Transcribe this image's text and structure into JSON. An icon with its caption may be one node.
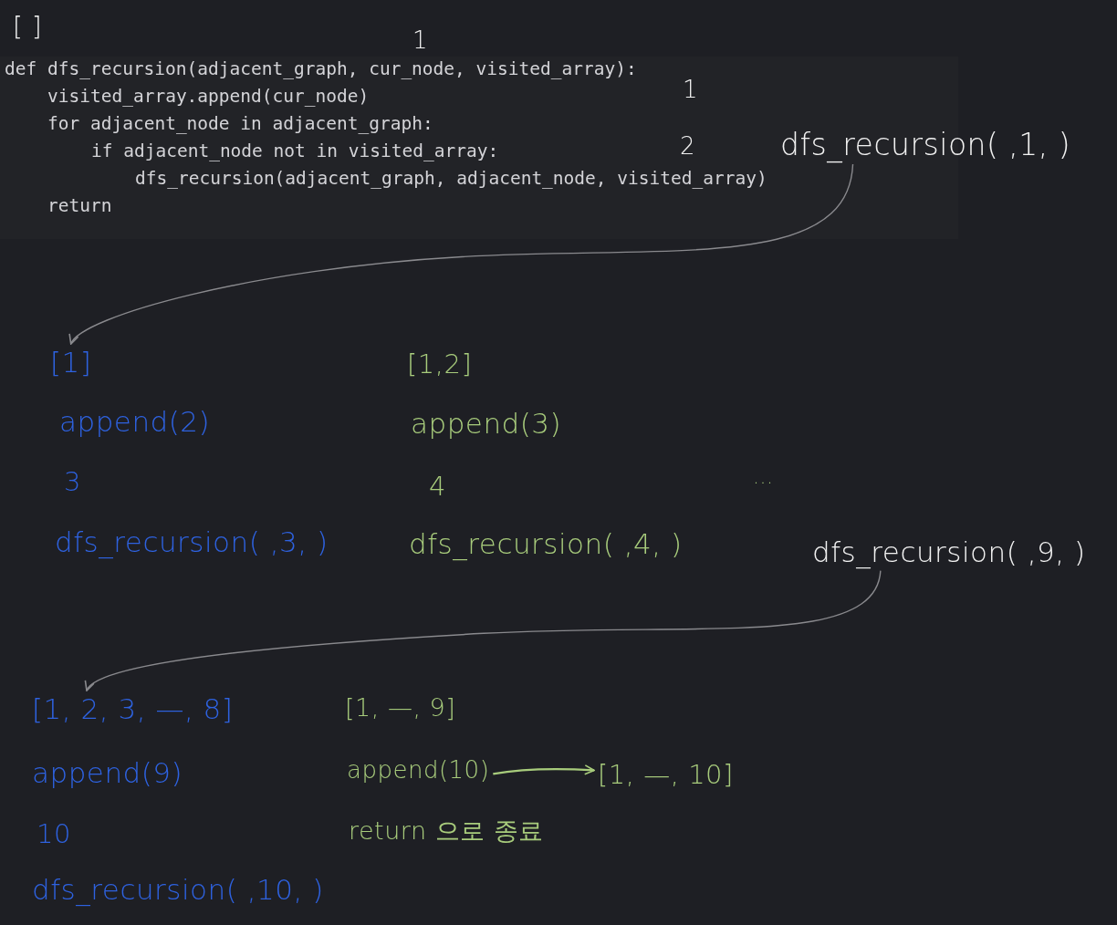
{
  "diagram": {
    "nodes": [
      {
        "text": [
          "dfs_recursion( ,1, )"
        ]
      },
      {
        "text": [
          "[1]"
        ]
      },
      {
        "text": [
          "dfs_recursion( ,9, )"
        ]
      },
      {
        "text": [
          "[1, 2, 3, —, 8]"
        ]
      },
      {
        "text": [
          "append(10)"
        ]
      },
      {
        "text": [
          "[1, —, 10]"
        ]
      }
    ],
    "edges": [
      {
        "from": 0,
        "to": 1,
        "arrow": "to"
      },
      {
        "from": 2,
        "to": 3,
        "arrow": "to"
      },
      {
        "from": 4,
        "to": 5,
        "arrow": "to",
        "color": "#a8cc7c"
      }
    ],
    "labels": [
      "[ ]",
      "def dfs_recursion(adjacent_graph, cur_node, visited_array):",
      "visited_array.append(cur_node)",
      "for adjacent_node in adjacent_graph:",
      "if adjacent_node not in visited_array:",
      "dfs_recursion(adjacent_graph, adjacent_node, visited_array)",
      "return",
      "1",
      "1",
      "2",
      "append(2)",
      "3",
      "dfs_recursion( ,3, )",
      "[1,2]",
      "append(3)",
      "4",
      "dfs_recursion( ,4, )",
      "...",
      "append(9)",
      "10",
      "dfs_recursion( ,10, )",
      "[1, —, 9]",
      "return 으로 종료"
    ]
  }
}
